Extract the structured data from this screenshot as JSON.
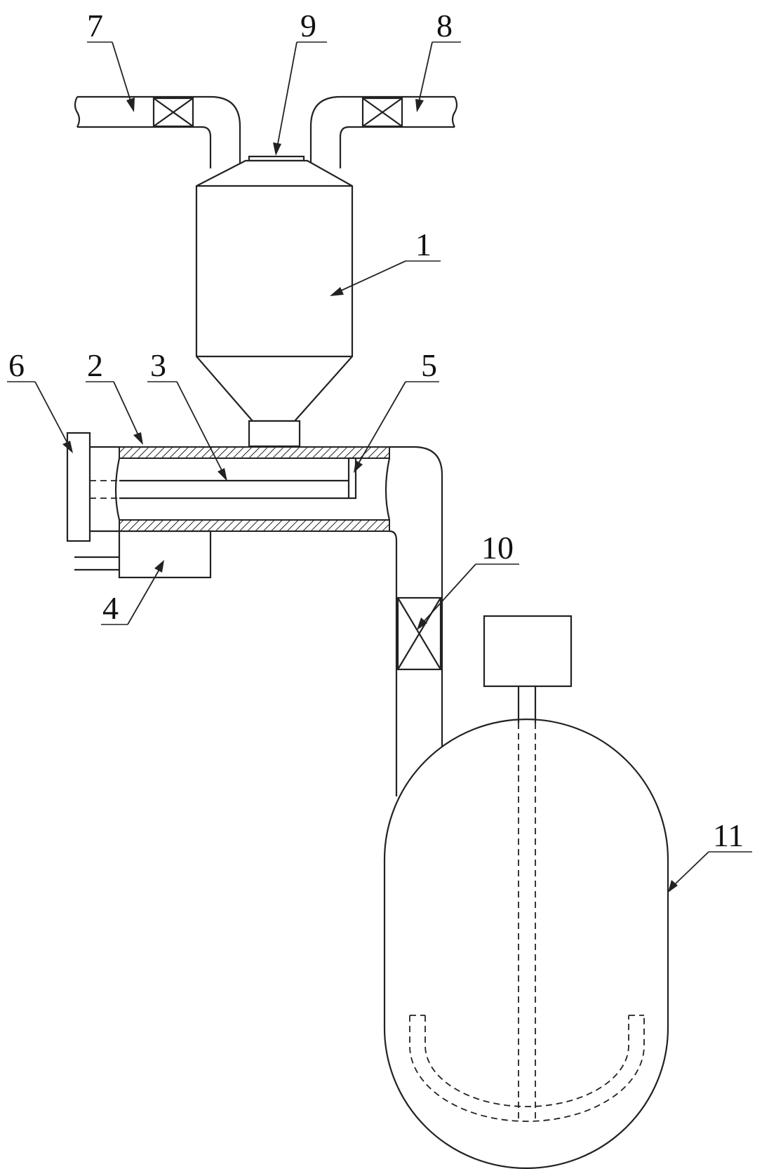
{
  "figure": {
    "labels": {
      "hopper": "1",
      "screw_barrel": "2",
      "screw_shaft": "3",
      "heater_box": "4",
      "piston_plate": "5",
      "end_flange": "6",
      "inlet_pipe_left": "7",
      "outlet_pipe_right": "8",
      "top_port": "9",
      "valve": "10",
      "reaction_tank": "11"
    }
  }
}
